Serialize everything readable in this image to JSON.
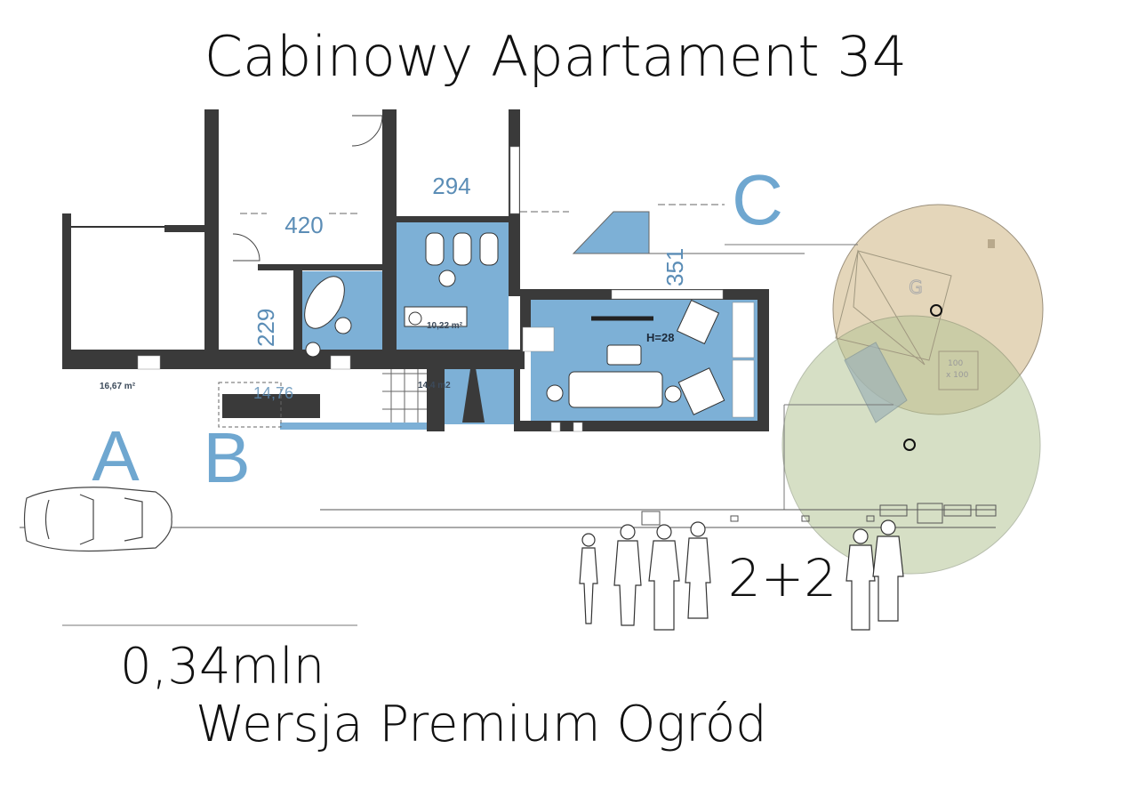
{
  "title": "Cabinowy Apartament  34",
  "dimensions": {
    "d420": "420",
    "d294": "294",
    "d229": "229",
    "d351": "351",
    "d1476": "14,76"
  },
  "areas": {
    "a1": "16,67 m²",
    "a2": "10,22 m²",
    "a3": "14,4 m2"
  },
  "height_label": "H=28",
  "zones": {
    "a": "A",
    "b": "B",
    "c": "C"
  },
  "garden": {
    "label": "G",
    "box": [
      "100",
      "x 100"
    ]
  },
  "occupancy": "2+2",
  "price": "0,34mln",
  "version": "Wersja Premium Ogród",
  "colors": {
    "wall": "#3a3a3a",
    "room_blue": "#7db0d6",
    "label_blue": "#6fa7d0",
    "tan_circle": "#e0cfae",
    "green_circle": "#c3d1ad"
  }
}
